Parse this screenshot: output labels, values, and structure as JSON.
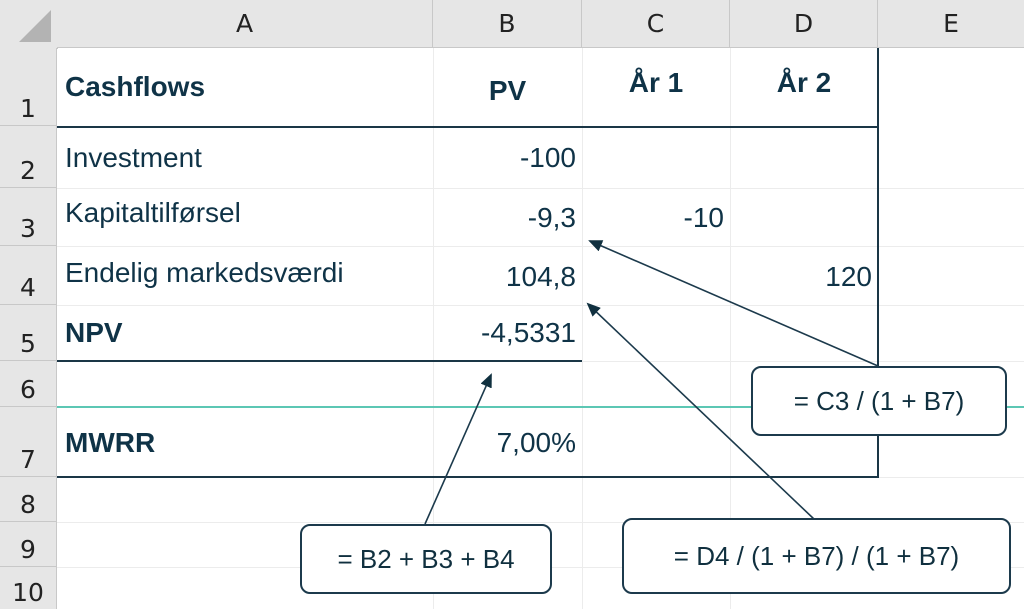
{
  "columns": [
    "A",
    "B",
    "C",
    "D",
    "E"
  ],
  "rows": [
    "1",
    "2",
    "3",
    "4",
    "5",
    "6",
    "7",
    "8",
    "9",
    "10"
  ],
  "cells": {
    "a1": "Cashflows",
    "b1": "PV",
    "c1": "År 1",
    "d1": "År 2",
    "a2": "Investment",
    "b2": "-100",
    "a3": "Kapitaltilførsel",
    "b3": "-9,3",
    "c3": "-10",
    "a4": "Endelig markedsværdi",
    "b4": "104,8",
    "d4": "120",
    "a5": "NPV",
    "b5": "-4,5331",
    "a7": "MWRR",
    "b7": "7,00%"
  },
  "callouts": {
    "c3_formula": "= C3 / (1 + B7)",
    "d4_formula": "= D4 / (1 + B7) / (1 + B7)",
    "npv_formula": "= B2 + B3 + B4"
  },
  "colors": {
    "text": "#0f3347",
    "frame": "#1a3646",
    "accent_line": "#5cc7b4",
    "header_bg": "#e6e6e6"
  }
}
